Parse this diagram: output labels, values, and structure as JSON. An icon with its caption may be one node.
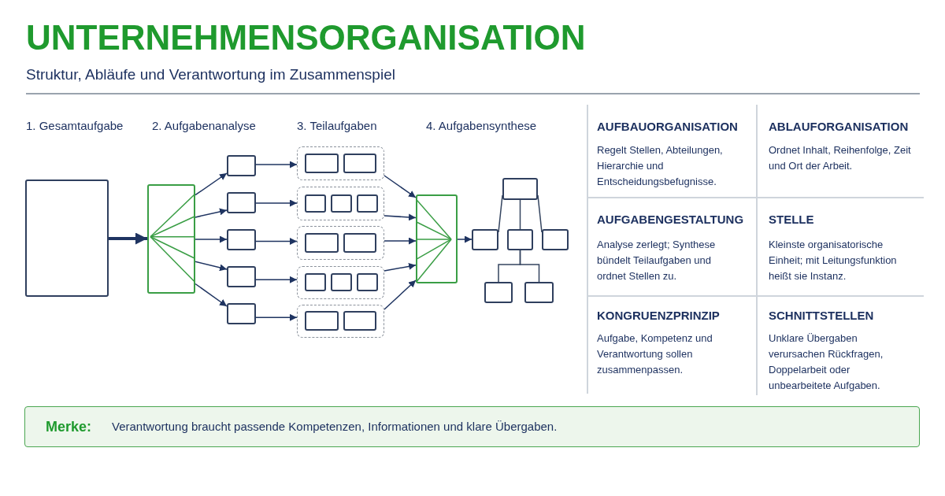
{
  "diagram": {
    "title": "UNTERNEHMENSORGANISATION",
    "nodes": [
      {
        "text": [],
        "shape": "box"
      },
      {
        "text": [],
        "shape": "box"
      },
      {
        "text": [],
        "shape": "box"
      },
      {
        "text": [],
        "shape": "box"
      },
      {
        "text": [],
        "shape": "box"
      },
      {
        "text": [],
        "shape": "box"
      },
      {
        "text": [],
        "shape": "box"
      },
      {
        "text": [],
        "shape": "box"
      },
      {
        "text": [],
        "shape": "box",
        "in": 7
      },
      {
        "text": [],
        "shape": "box",
        "in": 7
      },
      {
        "text": [],
        "shape": "box"
      },
      {
        "text": [],
        "shape": "box",
        "in": 10
      },
      {
        "text": [],
        "shape": "box",
        "in": 10
      },
      {
        "text": [],
        "shape": "box",
        "in": 10
      },
      {
        "text": [],
        "shape": "box"
      },
      {
        "text": [],
        "shape": "box",
        "in": 14
      },
      {
        "text": [],
        "shape": "box",
        "in": 14
      },
      {
        "text": [],
        "shape": "box"
      },
      {
        "text": [],
        "shape": "box",
        "in": 17
      },
      {
        "text": [],
        "shape": "box",
        "in": 17
      },
      {
        "text": [],
        "shape": "box",
        "in": 17
      },
      {
        "text": [],
        "shape": "box"
      },
      {
        "text": [],
        "shape": "box",
        "in": 21
      },
      {
        "text": [],
        "shape": "box",
        "in": 21
      },
      {
        "text": [],
        "shape": "box"
      },
      {
        "text": [],
        "shape": "box"
      },
      {
        "text": [],
        "shape": "box"
      },
      {
        "text": [],
        "shape": "box"
      },
      {
        "text": [],
        "shape": "box"
      },
      {
        "text": [],
        "shape": "box"
      },
      {
        "text": [],
        "shape": "box"
      },
      {
        "text": [
          "Merke:",
          "Verantwortung braucht passende Kompetenzen, Informationen und klare Übergaben."
        ]
      }
    ],
    "edges": [
      {
        "from": 0,
        "to": 1,
        "arrow": "to",
        "style": "thick"
      },
      {
        "from": 1,
        "to": 2,
        "arrow": "to"
      },
      {
        "from": 1,
        "to": 3,
        "arrow": "to"
      },
      {
        "from": 1,
        "to": 4,
        "arrow": "to"
      },
      {
        "from": 1,
        "to": 5,
        "arrow": "to"
      },
      {
        "from": 1,
        "to": 6,
        "arrow": "to"
      },
      {
        "from": 2,
        "to": 7,
        "arrow": "to"
      },
      {
        "from": 3,
        "to": 10,
        "arrow": "to"
      },
      {
        "from": 4,
        "to": 14,
        "arrow": "to"
      },
      {
        "from": 5,
        "to": 17,
        "arrow": "to"
      },
      {
        "from": 6,
        "to": 21,
        "arrow": "to"
      },
      {
        "from": 7,
        "to": 24,
        "arrow": "to"
      },
      {
        "from": 10,
        "to": 24,
        "arrow": "to"
      },
      {
        "from": 14,
        "to": 24,
        "arrow": "to"
      },
      {
        "from": 17,
        "to": 24,
        "arrow": "to"
      },
      {
        "from": 21,
        "to": 24,
        "arrow": "to"
      },
      {
        "from": 24,
        "to": 26,
        "arrow": "to"
      },
      {
        "from": 25,
        "to": 26,
        "arrow": "none"
      },
      {
        "from": 25,
        "to": 27,
        "arrow": "none"
      },
      {
        "from": 25,
        "to": 28,
        "arrow": "none"
      },
      {
        "from": 27,
        "to": 29,
        "arrow": "none"
      },
      {
        "from": 27,
        "to": 30,
        "arrow": "none"
      }
    ],
    "labels": [
      "Struktur, Abläufe und Verantwortung im Zusammenspiel",
      "1. Gesamtaufgabe",
      "2. Aufgabenanalyse",
      "3. Teilaufgaben",
      "4. Aufgabensynthese",
      "AUFBAUORGANISATION",
      "Regelt Stellen, Abteilungen, Hierarchie und Entscheidungsbefugnisse.",
      "ABLAUFORGANISATION",
      "Ordnet Inhalt, Reihenfolge, Zeit und Ort der Arbeit.",
      "AUFGABENGESTALTUNG",
      "Analyse zerlegt; Synthese bündelt Teilaufgaben und ordnet Stellen zu.",
      "STELLE",
      "Kleinste organisatorische Einheit; mit Leitungsfunktion heißt sie Instanz.",
      "KONGRUENZPRINZIP",
      "Aufgabe, Kompetenz und Verantwortung sollen zusammenpassen.",
      "SCHNITTSTELLEN",
      "Unklare Übergaben verursachen Rückfragen, Doppelarbeit oder unbearbeitete Aufgaben."
    ]
  }
}
